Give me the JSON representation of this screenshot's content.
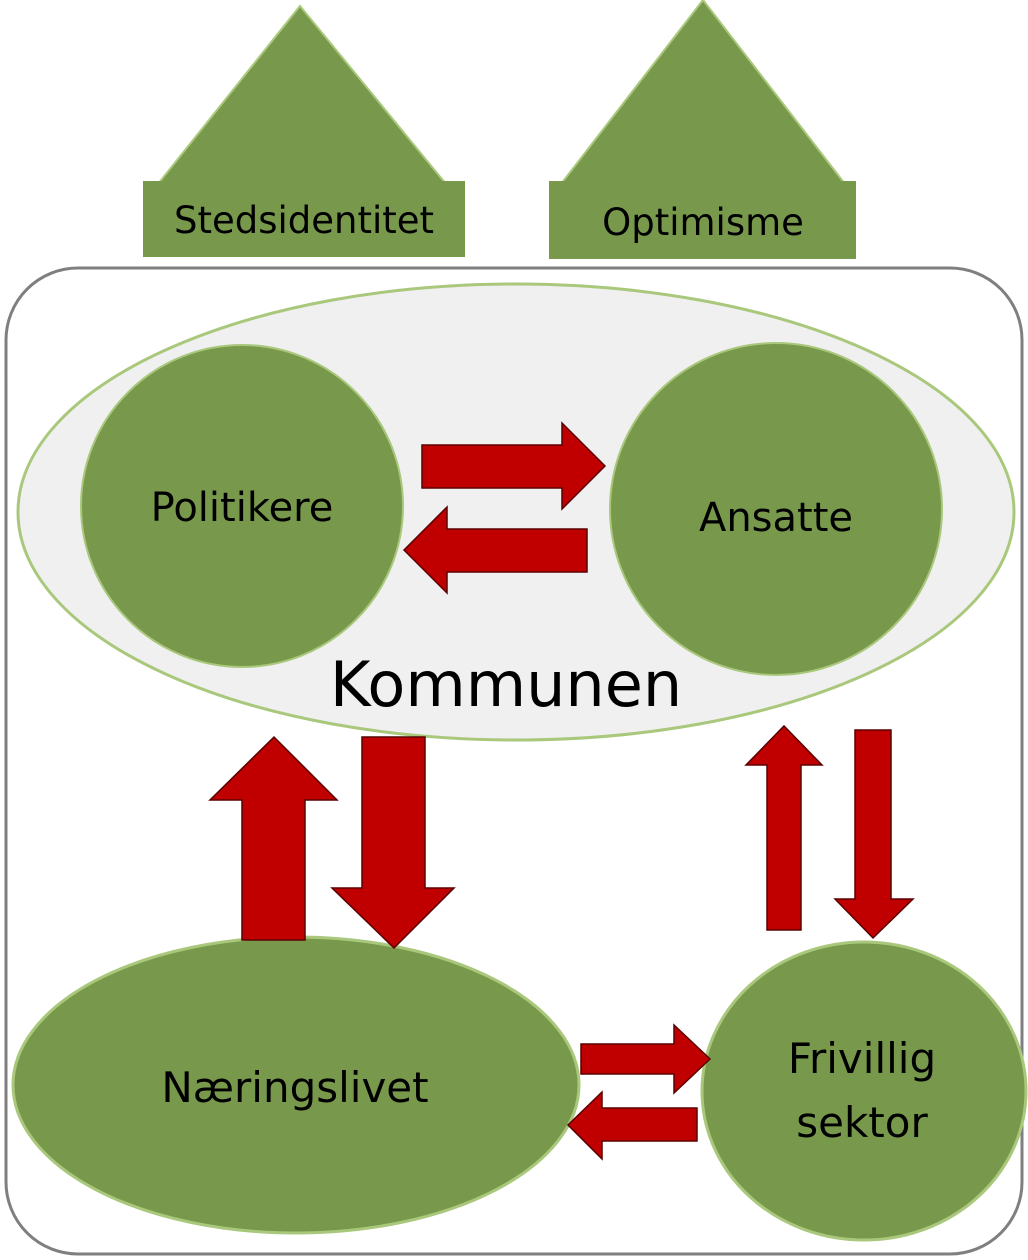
{
  "colors": {
    "green": "#78994c",
    "green_light": "#a9c87c",
    "arrow_red": "#c00000",
    "kommune_bg": "#f0f0f0",
    "frame": "#7f7f7f"
  },
  "houses": {
    "left": {
      "label": "Stedsidentitet"
    },
    "right": {
      "label": "Optimisme"
    }
  },
  "kommune": {
    "label": "Kommunen",
    "politikere": "Politikere",
    "ansatte": "Ansatte"
  },
  "naeringslivet": {
    "label": "Næringslivet"
  },
  "frivillig": {
    "line1": "Frivillig",
    "line2": "sektor"
  }
}
